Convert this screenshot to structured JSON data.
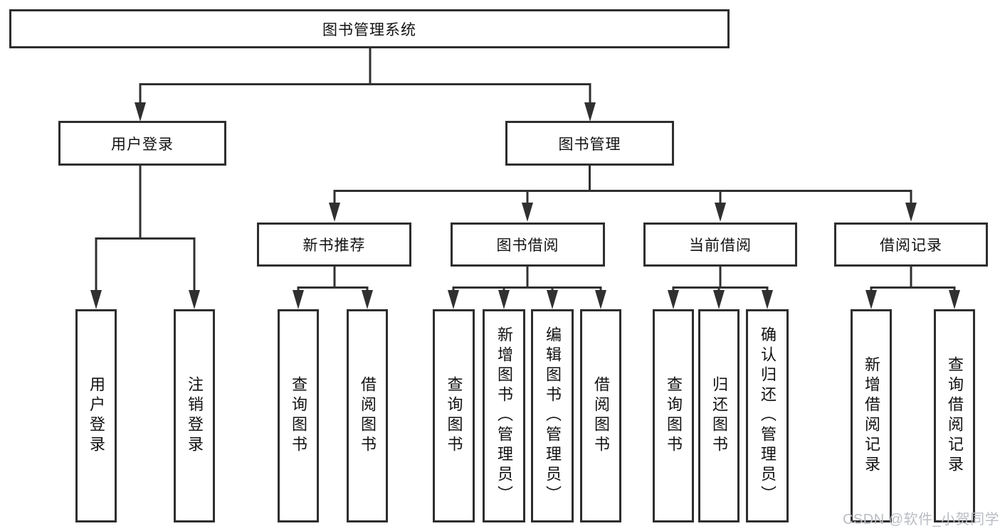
{
  "tree": {
    "label": "图书管理系统",
    "children": [
      {
        "label": "用户登录",
        "children": [
          {
            "label": "用户登录"
          },
          {
            "label": "注销登录"
          }
        ]
      },
      {
        "label": "图书管理",
        "children": [
          {
            "label": "新书推荐",
            "children": [
              {
                "label": "查询图书"
              },
              {
                "label": "借阅图书"
              }
            ]
          },
          {
            "label": "图书借阅",
            "children": [
              {
                "label": "查询图书"
              },
              {
                "label": "新增图书（管理员）"
              },
              {
                "label": "编辑图书（管理员）"
              },
              {
                "label": "借阅图书"
              }
            ]
          },
          {
            "label": "当前借阅",
            "children": [
              {
                "label": "查询图书"
              },
              {
                "label": "归还图书"
              },
              {
                "label": "确认归还（管理员）"
              }
            ]
          },
          {
            "label": "借阅记录",
            "children": [
              {
                "label": "新增借阅记录"
              },
              {
                "label": "查询借阅记录"
              }
            ]
          }
        ]
      }
    ]
  },
  "watermark": "CSDN @软件_小贺同学",
  "colors": {
    "line": "#303030",
    "box_border": "#2e2e2e",
    "text": "#111111",
    "watermark": "#b9bdc3",
    "background": "#ffffff"
  }
}
